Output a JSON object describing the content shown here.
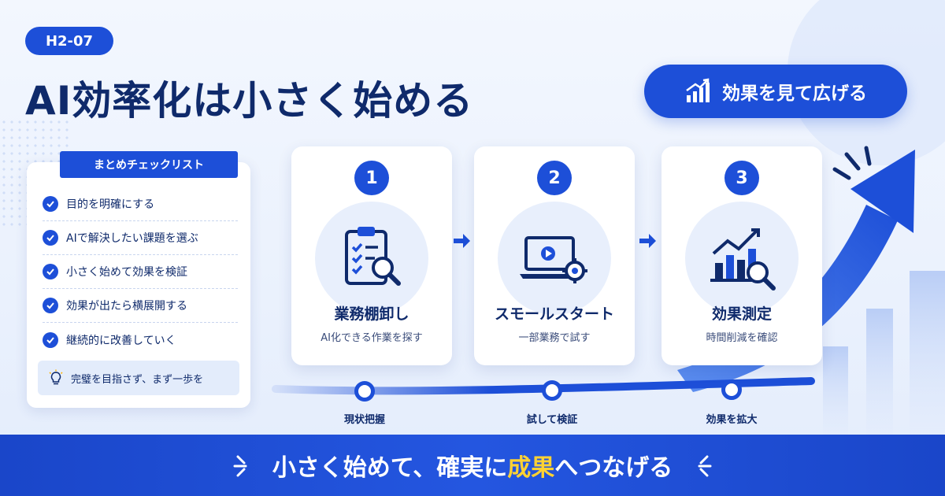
{
  "badge": {
    "code": "H2-07"
  },
  "title": "AI効率化は小さく始める",
  "pill": {
    "label": "効果を見て広げる",
    "icon": "chart-up-icon"
  },
  "checklist": {
    "title": "まとめチェックリスト",
    "items": [
      "目的を明確にする",
      "AIで解決したい課題を選ぶ",
      "小さく始めて効果を検証",
      "効果が出たら横展開する",
      "継続的に改善していく"
    ],
    "tip": "完璧を目指さず、まず一歩を",
    "tip_icon": "lightbulb-icon"
  },
  "steps": [
    {
      "number": "1",
      "title": "業務棚卸し",
      "subtitle": "AI化できる作業を探す",
      "icon": "clipboard-search-icon"
    },
    {
      "number": "2",
      "title": "スモールスタート",
      "subtitle": "一部業務で試す",
      "icon": "laptop-play-gear-icon"
    },
    {
      "number": "3",
      "title": "効果測定",
      "subtitle": "時間削減を確認",
      "icon": "bar-chart-search-icon"
    }
  ],
  "timeline": [
    "現状把握",
    "試して検証",
    "効果を拡大"
  ],
  "footer": {
    "slogan_before": "小さく始めて、確実に",
    "slogan_highlight": "成果",
    "slogan_after": "へつなげる"
  },
  "colors": {
    "primary": "#1d4fd8",
    "navy": "#0f2a6b",
    "highlight": "#ffd233",
    "background": "#eef3fd"
  }
}
